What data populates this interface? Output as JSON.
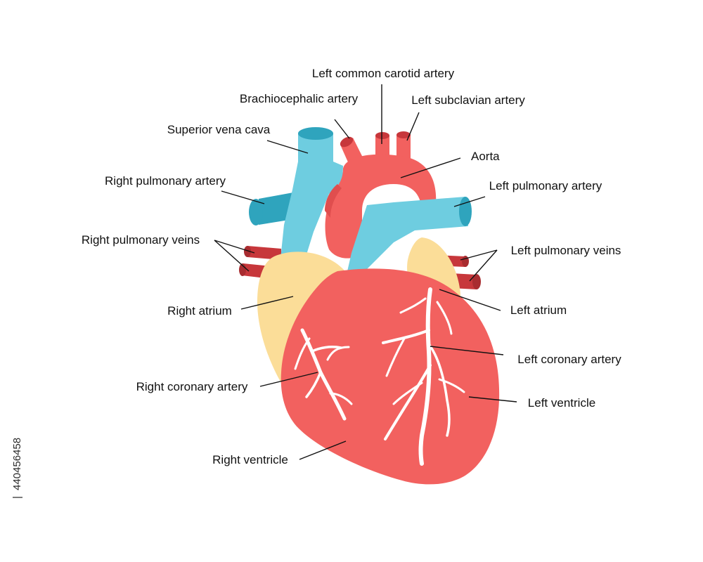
{
  "diagram": {
    "colors": {
      "heart_red": "#F2615F",
      "vein_blue": "#6ECDE0",
      "vein_blue_dark": "#2FA4BD",
      "atrium_yellow": "#FBDD98",
      "pulmonary_vein_red": "#C7373B",
      "vessel_white": "#FFFFFF",
      "leader_line": "#111111"
    },
    "labels": {
      "left_common_carotid": "Left common carotid artery",
      "brachiocephalic": "Brachiocephalic artery",
      "left_subclavian": "Left subclavian artery",
      "superior_vena_cava": "Superior vena cava",
      "aorta": "Aorta",
      "right_pulmonary_artery": "Right pulmonary artery",
      "left_pulmonary_artery": "Left pulmonary artery",
      "right_pulmonary_veins": "Right pulmonary veins",
      "left_pulmonary_veins": "Left pulmonary veins",
      "right_atrium": "Right atrium",
      "left_atrium": "Left atrium",
      "left_coronary_artery": "Left coronary artery",
      "right_coronary_artery": "Right coronary artery",
      "left_ventricle": "Left ventricle",
      "right_ventricle": "Right ventricle"
    },
    "stock_id": "440456458"
  }
}
